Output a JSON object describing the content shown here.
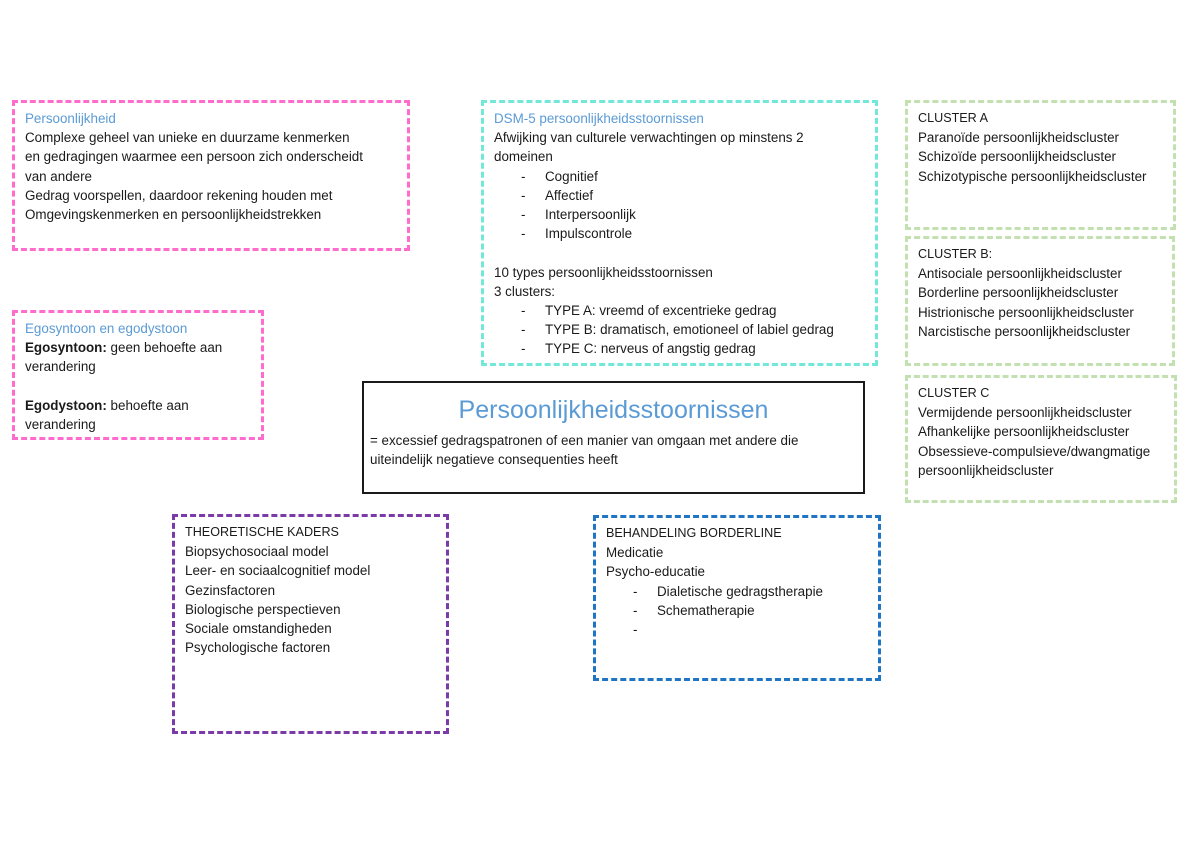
{
  "persoonlijkheid": {
    "title": "Persoonlijkheid",
    "lines": [
      "Complexe geheel van unieke en duurzame kenmerken",
      "en gedragingen waarmee een persoon zich onderscheidt",
      "van andere",
      "Gedrag voorspellen, daardoor rekening houden met",
      "Omgevingskenmerken en persoonlijkheidstrekken"
    ],
    "border_color": "#ff6ccd"
  },
  "dsm5": {
    "title": "DSM-5 persoonlijkheidsstoornissen",
    "intro_lines": [
      "Afwijking van culturele verwachtingen op minstens 2",
      "domeinen"
    ],
    "domains": [
      "Cognitief",
      "Affectief",
      "Interpersoonlijk",
      "Impulscontrole"
    ],
    "types_line": "10 types persoonlijkheidsstoornissen",
    "clusters_line": "3 clusters:",
    "cluster_types": [
      {
        "label": "TYPE A:",
        "text": " vreemd of excentrieke gedrag"
      },
      {
        "label": "TYPE B:",
        "text": " dramatisch, emotioneel of labiel gedrag"
      },
      {
        "label": "TYPE C:",
        "text": " nerveus of angstig gedrag"
      }
    ],
    "bullet": "-",
    "border_color": "#72e8db"
  },
  "cluster_a": {
    "title": "CLUSTER A",
    "items": [
      "Paranoïde persoonlijkheidscluster",
      "Schizoïde persoonlijkheidscluster",
      "Schizotypische persoonlijkheidscluster"
    ]
  },
  "cluster_b": {
    "title": "CLUSTER B:",
    "items": [
      "Antisociale persoonlijkheidscluster",
      "Borderline persoonlijkheidscluster",
      "Histrionische persoonlijkheidscluster",
      "Narcistische persoonlijkheidscluster"
    ]
  },
  "cluster_c": {
    "title": "CLUSTER C",
    "items": [
      "Vermijdende persoonlijkheidscluster",
      "Afhankelijke persoonlijkheidscluster",
      "Obsessieve-compulsieve/dwangmatige",
      "persoonlijkheidscluster"
    ],
    "border_color": "#c3e0b0"
  },
  "ego": {
    "title": "Egosyntoon en egodystoon",
    "syntoon_label": "Egosyntoon:",
    "syntoon_text": " geen behoefte aan",
    "syntoon_cont": "verandering",
    "dystoon_label": "Egodystoon:",
    "dystoon_text": " behoefte aan",
    "dystoon_cont": "verandering"
  },
  "central": {
    "title": "Persoonlijkheidsstoornissen",
    "lines": [
      "= excessief gedragspatronen of een manier van omgaan met andere die",
      "uiteindelijk negatieve consequenties heeft"
    ]
  },
  "theoretische_kaders": {
    "title": "THEORETISCHE KADERS",
    "items": [
      "Biopsychosociaal model",
      "Leer- en sociaalcognitief model",
      "Gezinsfactoren",
      "Biologische perspectieven",
      "Sociale omstandigheden",
      "Psychologische factoren"
    ],
    "border_color": "#7a3aa8"
  },
  "behandeling": {
    "title": "BEHANDELING BORDERLINE",
    "items": [
      "Medicatie",
      "Psycho-educatie"
    ],
    "sub_items": [
      "Dialetische gedragstherapie",
      "Schematherapie",
      ""
    ],
    "bullet": "-",
    "border_color": "#1f74c4"
  }
}
